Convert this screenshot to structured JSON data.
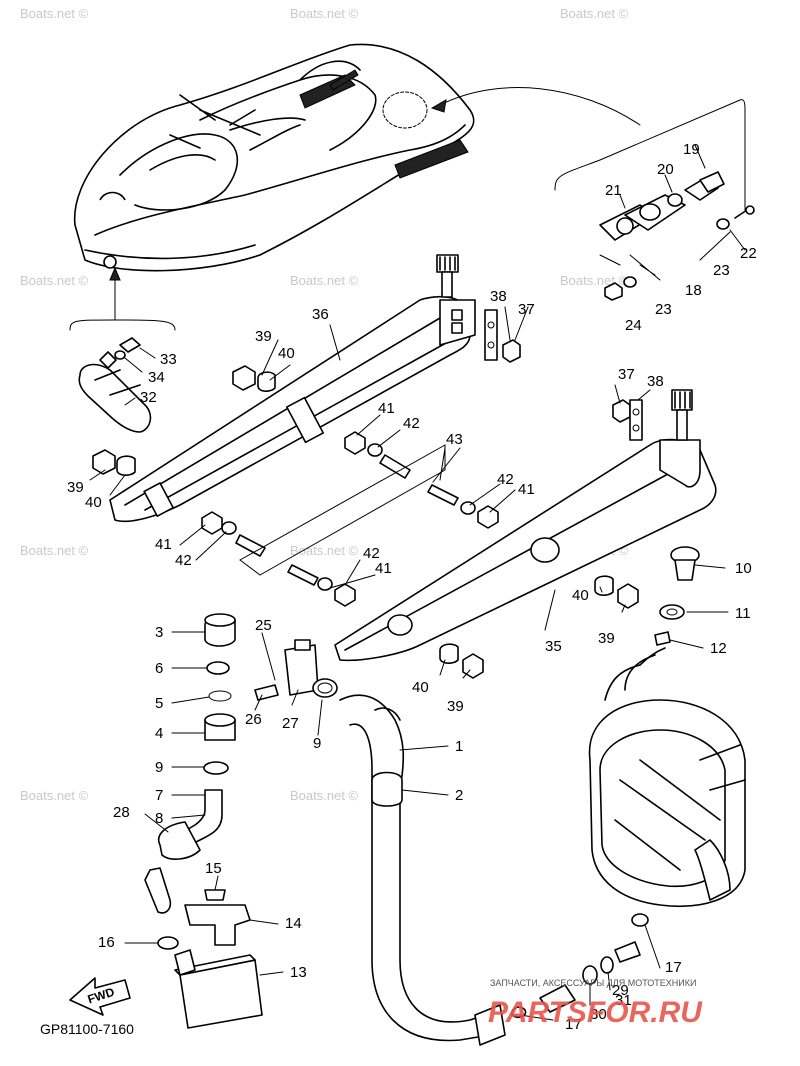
{
  "diagram": {
    "code": "GP81100-7160",
    "fwd_label": "FWD",
    "watermarks": [
      "Boats.net ©",
      "Boats.net ©",
      "Boats.net ©",
      "Boats.net ©",
      "Boats.net ©",
      "Boats.net ©",
      "Boats.net ©",
      "Boats.net ©"
    ],
    "brand_tagline": "ЗАПЧАСТИ, АКСЕССУАРЫ ДЛЯ МОТОТЕХНИКИ",
    "brand_name": "PARTSFOR.RU",
    "callouts": [
      "1",
      "2",
      "3",
      "4",
      "5",
      "6",
      "7",
      "8",
      "9",
      "9",
      "10",
      "11",
      "12",
      "13",
      "14",
      "15",
      "16",
      "17",
      "17",
      "18",
      "19",
      "20",
      "21",
      "22",
      "23",
      "23",
      "24",
      "25",
      "26",
      "27",
      "28",
      "29",
      "30",
      "31",
      "32",
      "33",
      "34",
      "35",
      "36",
      "37",
      "37",
      "38",
      "38",
      "39",
      "39",
      "39",
      "39",
      "40",
      "40",
      "40",
      "40",
      "41",
      "41",
      "41",
      "41",
      "42",
      "42",
      "42",
      "42",
      "43"
    ]
  }
}
